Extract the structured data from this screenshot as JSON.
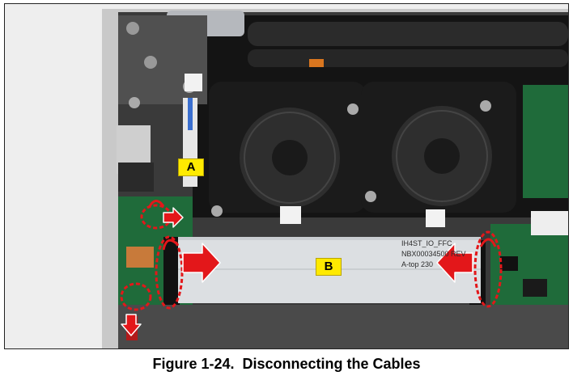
{
  "figure": {
    "number": "Figure 1-24.",
    "title": "Disconnecting the Cables"
  },
  "callouts": {
    "a": "A",
    "b": "B"
  },
  "ffc_label": {
    "line1": "IH4ST_IO_FFC",
    "line2": "NBX00034500 REV",
    "line3": "A-top 230"
  },
  "colors": {
    "callout_fill": "#ffea00",
    "arrow": "#e3171a",
    "highlight_ring": "#e3171a",
    "chassis": "#1c1c1c",
    "cable": "#dcdfe2",
    "pcb": "#1f6b3a"
  }
}
